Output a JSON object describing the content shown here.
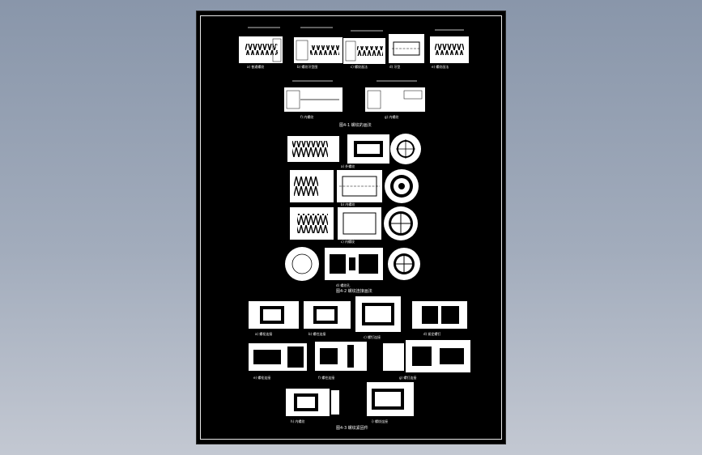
{
  "viewport": {
    "background": "#95a0b3",
    "sheet_color": "#000000",
    "line_color": "#ffffff"
  },
  "captions": {
    "row1": [
      "a) 普通螺纹",
      "b) 螺纹牙型图",
      "c) 螺纹画法",
      "d) 牙型",
      "e) 螺纹画法"
    ],
    "row2": [
      "f) 内螺纹",
      "g) 内螺纹"
    ],
    "fig1": "图4-1 螺纹的画法",
    "group2": [
      "a) 外螺纹",
      "b) 内螺纹",
      "c) 内螺纹",
      "d) 螺纹孔"
    ],
    "fig2": "图4-2 螺纹连接画法",
    "row5": [
      "a) 螺栓连接",
      "b) 螺柱连接",
      "c) 螺钉连接",
      "d) 紧定螺钉"
    ],
    "row6": [
      "e) 螺栓连接",
      "f) 螺柱连接",
      "g) 螺钉连接"
    ],
    "row7": [
      "h) 内螺纹",
      "i) 螺纹连接"
    ],
    "fig3": "图4-3 螺纹紧固件"
  }
}
